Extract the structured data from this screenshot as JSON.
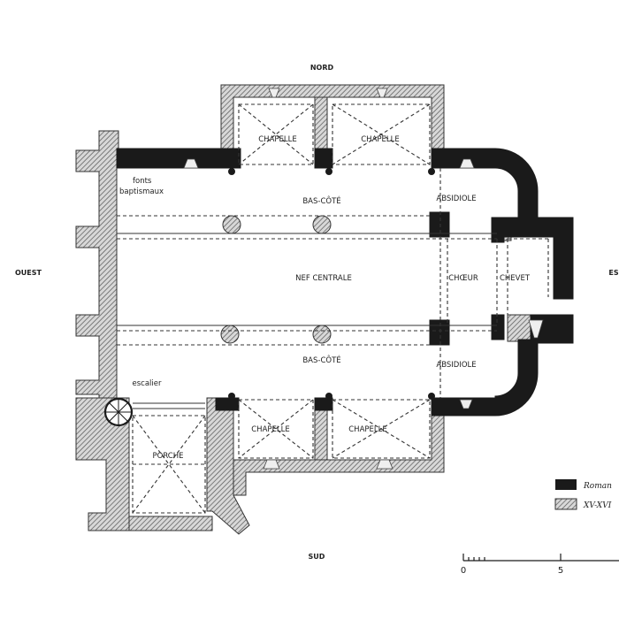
{
  "directions": {
    "north": "NORD",
    "south": "SUD",
    "west": "OUEST",
    "east": "ES"
  },
  "rooms": {
    "chapel_nw": "CHAPELLE",
    "chapel_ne": "CHAPELLE",
    "chapel_sw": "CHAPELLE",
    "chapel_se": "CHAPELLE",
    "fonts_line1": "fonts",
    "fonts_line2": "baptismaux",
    "aisle_north": "BAS-CÔTÉ",
    "aisle_south": "BAS-CÔTÉ",
    "nave": "NEF CENTRALE",
    "choir": "CHŒUR",
    "chevet": "CHEVET",
    "apsidiole_north": "ABSIDIOLE",
    "apsidiole_south": "ABSIDIOLE",
    "stair": "escalier",
    "porch": "PORCHE"
  },
  "legend": {
    "romanesque": "Roman",
    "later": "XV-XVI"
  },
  "scale": {
    "start": "0",
    "mid": "5"
  },
  "colors": {
    "romanesque": "#1a1a1a",
    "later_hatch": "#555555",
    "ink": "#222222"
  }
}
